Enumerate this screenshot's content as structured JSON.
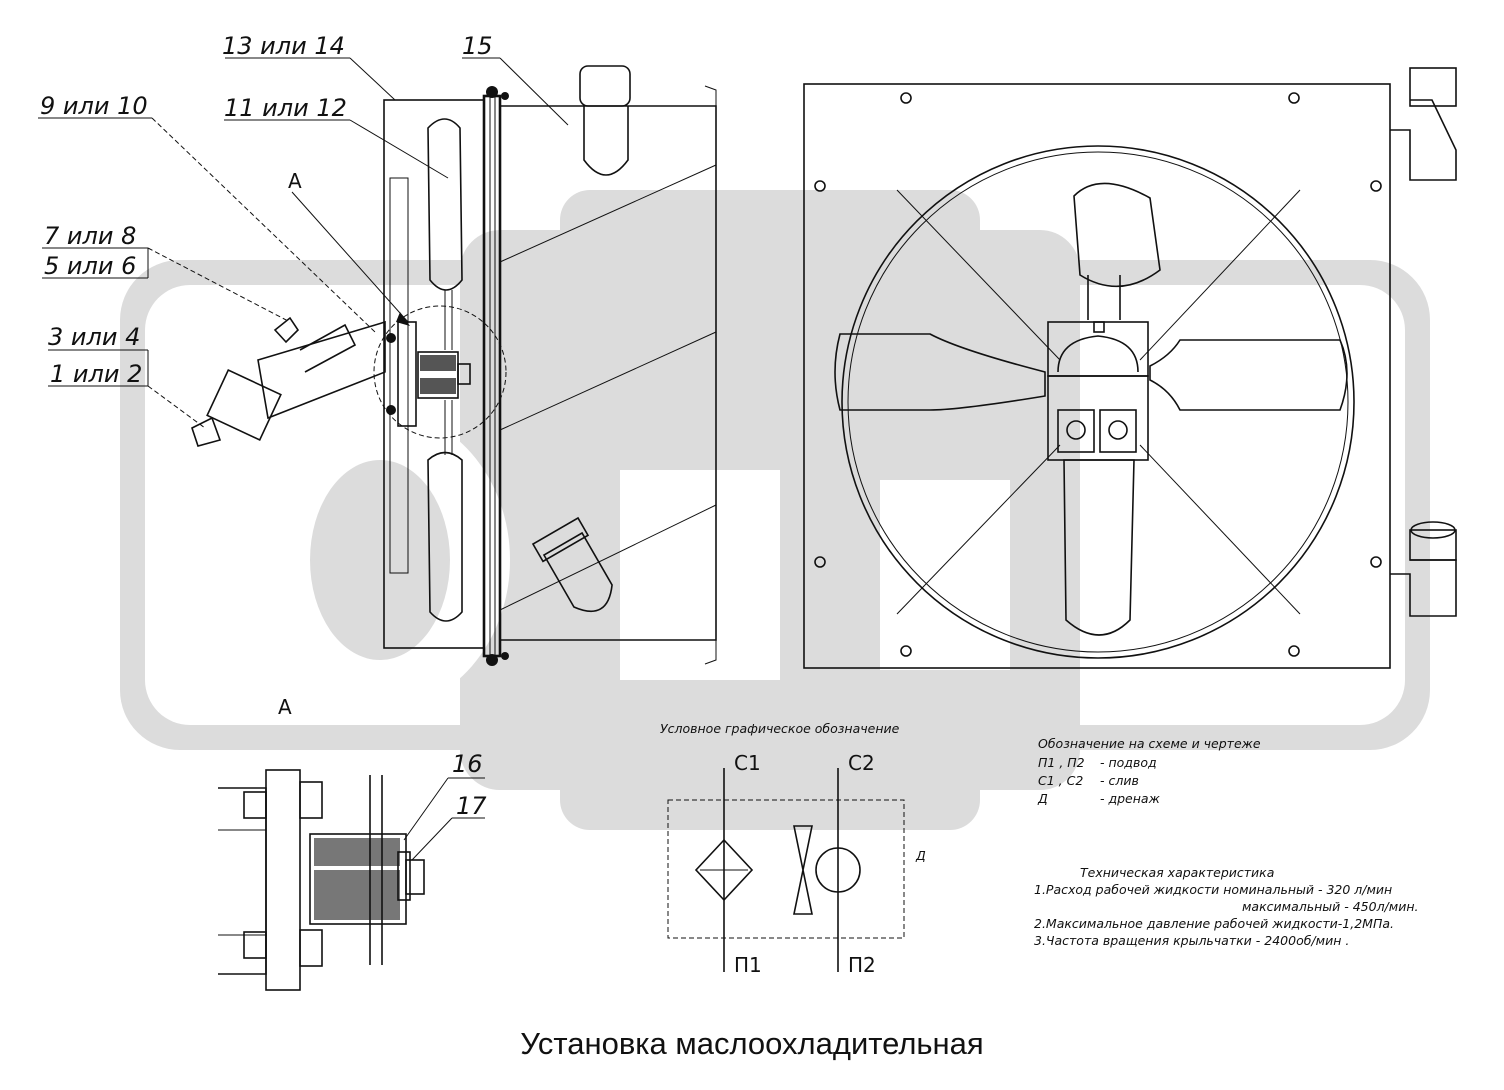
{
  "title": "Установка маслоохладительная",
  "callouts": {
    "c13_14": "13 или 14",
    "c15": "15",
    "c9_10": "9 или 10",
    "c11_12": "11 или 12",
    "c7_8": "7 или 8",
    "c5_6": "5 или 6",
    "c3_4": "3 или 4",
    "c1_2": "1 или 2",
    "c16": "16",
    "c17": "17"
  },
  "view_marks": {
    "section_arrow": "А",
    "detail_label": "А"
  },
  "schematic": {
    "heading": "Условное графическое обозначение",
    "c1": "С1",
    "c2": "С2",
    "p1": "П1",
    "p2": "П2",
    "d": "Д"
  },
  "legend": {
    "heading": "Обозначение на схеме и чертеже",
    "rows": [
      {
        "code": "П1 , П2",
        "meaning": "- подвод"
      },
      {
        "code": "С1 , С2",
        "meaning": "- слив"
      },
      {
        "code": "Д",
        "meaning": "- дренаж"
      }
    ]
  },
  "specs": {
    "heading": "Техническая характеристика",
    "lines": [
      "1.Расход рабочей жидкости номинальный - 320 л/мин",
      "максимальный - 450л/мин.",
      "2.Максимальное давление рабочей жидкости-1,2МПа.",
      "3.Частота вращения крыльчатки - 2400об/мин ."
    ]
  }
}
